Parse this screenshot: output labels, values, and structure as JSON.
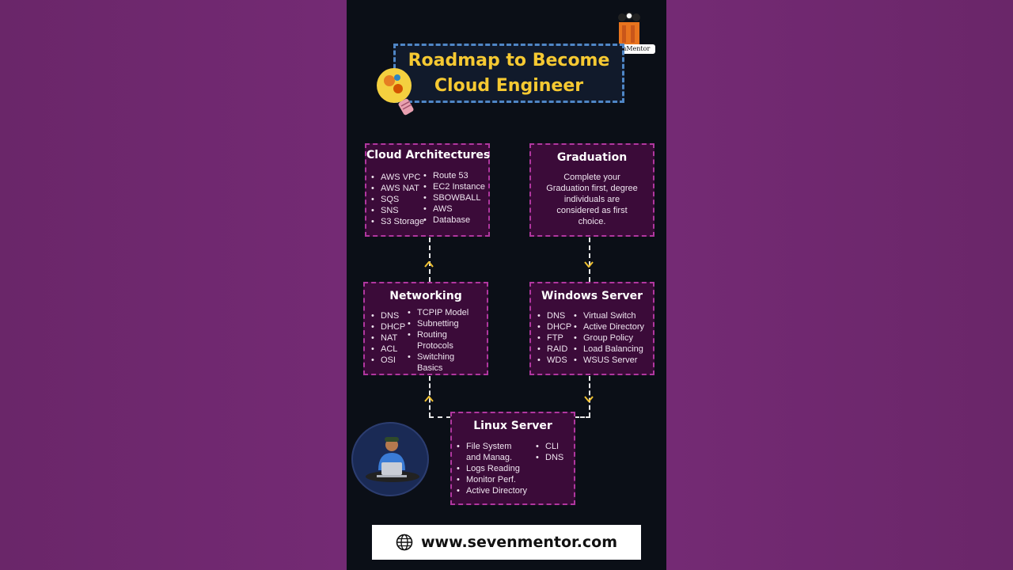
{
  "header": {
    "title_line1": "Roadmap to Become",
    "title_line2": "Cloud Engineer",
    "brand": "SevenMentor"
  },
  "cards": {
    "cloud_architectures": {
      "title": "Cloud Architectures",
      "col1": [
        "AWS VPC",
        "AWS NAT",
        "SQS",
        "SNS",
        "S3 Storage"
      ],
      "col2": [
        "Route 53",
        "EC2 Instance",
        "SBOWBALL",
        "AWS",
        "Database"
      ]
    },
    "graduation": {
      "title": "Graduation",
      "text_lines": [
        "Complete your",
        "Graduation first, degree",
        "individuals are",
        "considered as first",
        "choice."
      ]
    },
    "networking": {
      "title": "Networking",
      "col1": [
        "DNS",
        "DHCP",
        "NAT",
        "ACL",
        "OSI"
      ],
      "col2": [
        "TCPIP Model",
        "Subnetting",
        "Routing",
        "Protocols",
        "Switching",
        "Basics"
      ]
    },
    "windows_server": {
      "title": "Windows Server",
      "col1": [
        "DNS",
        "DHCP",
        "FTP",
        "RAID",
        "WDS"
      ],
      "col2": [
        "Virtual Switch",
        "Active Directory",
        "Group Policy",
        "Load Balancing",
        "WSUS Server"
      ]
    },
    "linux_server": {
      "title": "Linux Server",
      "col1": [
        "File System",
        "and Manag.",
        "Logs Reading",
        "Monitor Perf.",
        "Active Directory"
      ],
      "col2": [
        "CLI",
        "DNS"
      ]
    }
  },
  "footer": {
    "url": "www.sevenmentor.com",
    "icon": "globe-icon"
  },
  "colors": {
    "background": "#6e2870",
    "panel": "#0b0f17",
    "title_text": "#f6c932",
    "card_bg": "#3b0b39",
    "card_border": "#b0379f",
    "title_border": "#4f86c6",
    "arrow": "#f1c232"
  }
}
